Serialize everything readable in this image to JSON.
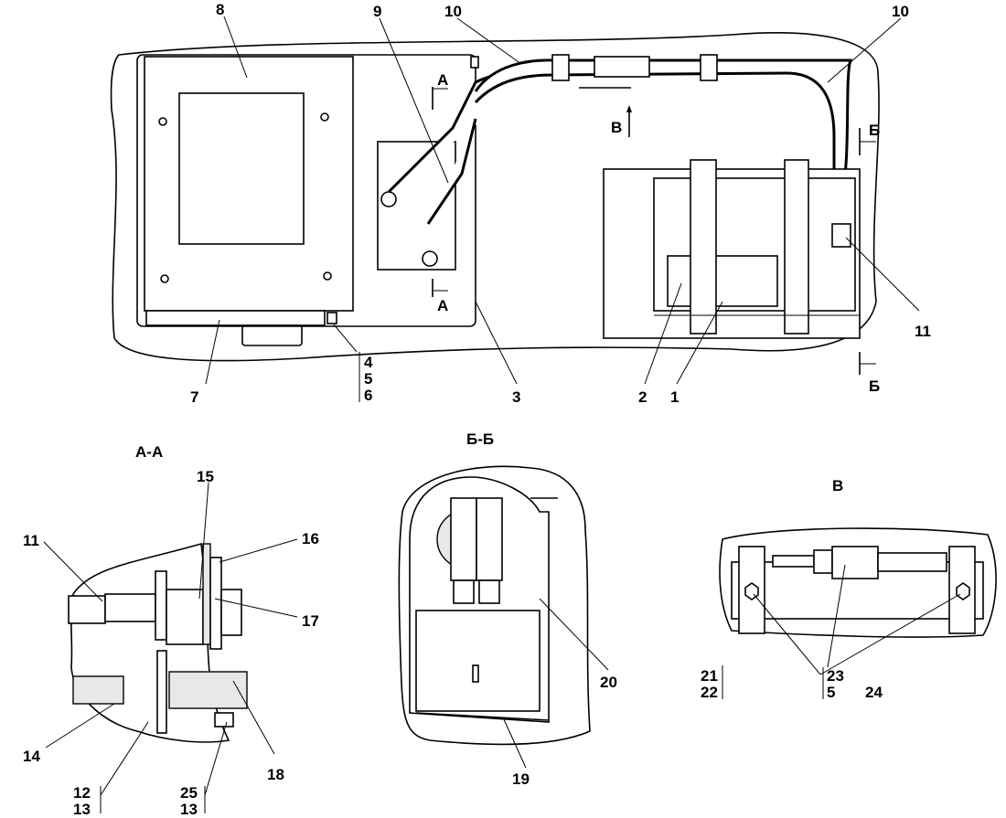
{
  "labels": {
    "n1": "1",
    "n2": "2",
    "n3": "3",
    "n4": "4",
    "n5": "5",
    "n6": "6",
    "n7": "7",
    "n8": "8",
    "n9": "9",
    "n10a": "10",
    "n10b": "10",
    "n11a": "11",
    "n11b": "11",
    "n12": "12",
    "n13a": "13",
    "n13b": "13",
    "n14": "14",
    "n15": "15",
    "n16": "16",
    "n17": "17",
    "n18": "18",
    "n19": "19",
    "n20": "20",
    "n21": "21",
    "n22": "22",
    "n23": "23",
    "n5b": "5",
    "n24": "24",
    "n25": "25"
  },
  "section_marks": {
    "a_top": "А",
    "a_bottom": "А",
    "b_top": "Б",
    "b_bottom": "Б",
    "v_arrow": "В"
  },
  "view_titles": {
    "aa": "А-А",
    "bb": "Б-Б",
    "v": "В"
  }
}
